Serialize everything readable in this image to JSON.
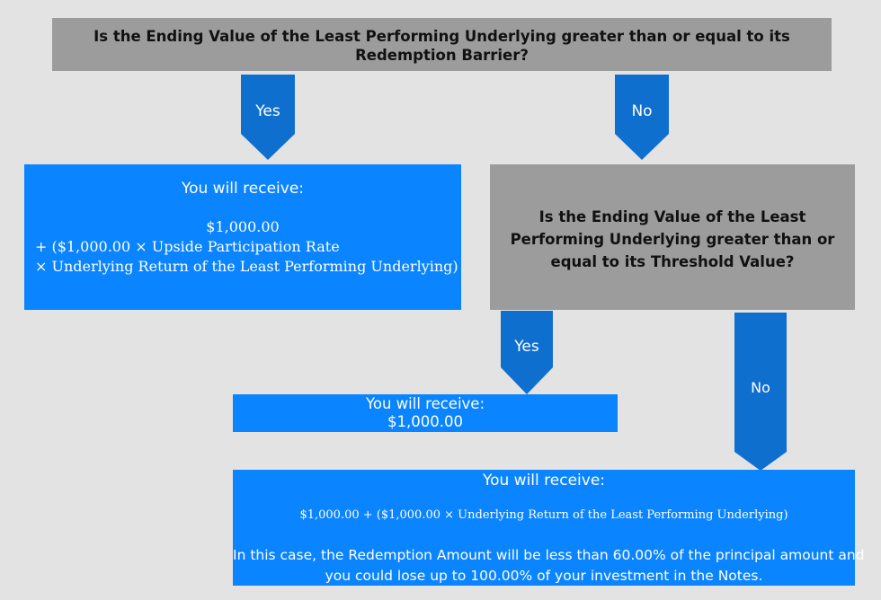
{
  "colors": {
    "background": "#e3e3e3",
    "question_box": "#9c9c9c",
    "outcome_box": "#0a84ff",
    "arrow": "#0f6fcf"
  },
  "question1": "Is the Ending Value of the Least Performing Underlying greater than or equal to its Redemption Barrier?",
  "question2": "Is the Ending Value of the Least Performing Underlying greater than or equal to its Threshold Value?",
  "arrows": {
    "q1_yes": "Yes",
    "q1_no": "No",
    "q2_yes": "Yes",
    "q2_no": "No"
  },
  "outcome1": {
    "heading": "You will receive:",
    "line1": "$1,000.00",
    "line2": "+ ($1,000.00 × Upside Participation Rate",
    "line3": "× Underlying Return of the Least Performing Underlying)"
  },
  "outcome2": {
    "heading": "You will receive:",
    "amount": "$1,000.00"
  },
  "outcome3": {
    "heading": "You will receive:",
    "formula": "$1,000.00 + ($1,000.00 × Underlying Return of the Least Performing Underlying)",
    "note_line1": "In this case, the Redemption Amount will be less than 60.00% of the principal amount and",
    "note_line2": "you could lose up to 100.00% of your investment in the Notes."
  }
}
